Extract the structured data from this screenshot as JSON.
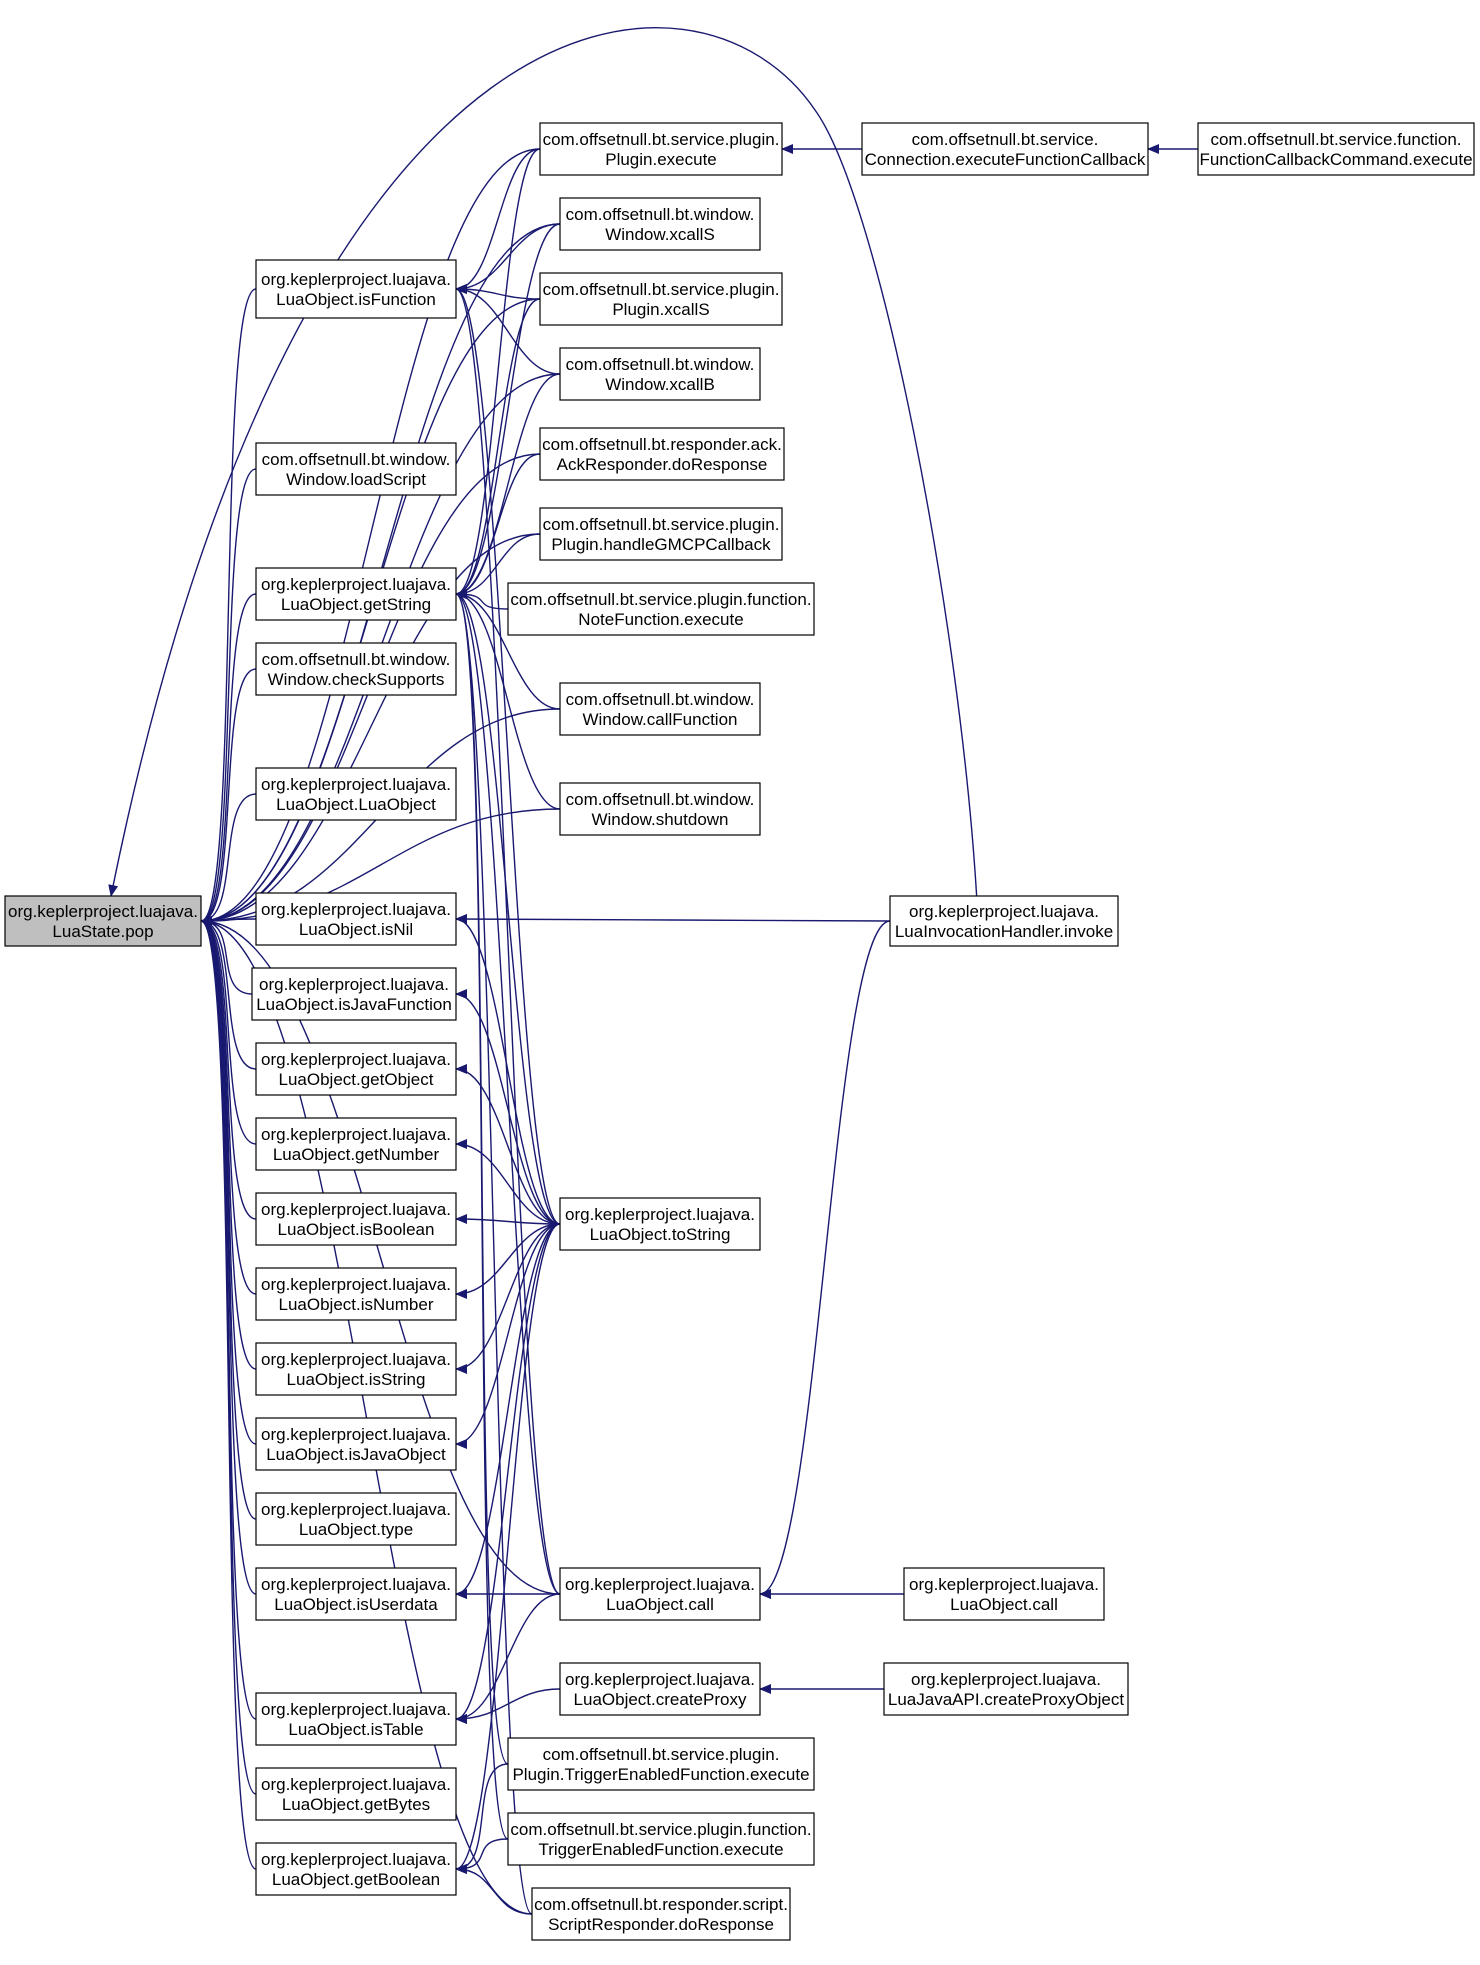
{
  "colors": {
    "edge": "#191970",
    "node_border": "#000000",
    "node_fill": "#ffffff",
    "root_fill": "#bfbfbf"
  },
  "nodes": [
    {
      "id": "pop",
      "lines": [
        "org.keplerproject.luajava.",
        "LuaState.pop"
      ],
      "root": true
    },
    {
      "id": "isFunction",
      "lines": [
        "org.keplerproject.luajava.",
        "LuaObject.isFunction"
      ]
    },
    {
      "id": "loadScript",
      "lines": [
        "com.offsetnull.bt.window.",
        "Window.loadScript"
      ]
    },
    {
      "id": "getString",
      "lines": [
        "org.keplerproject.luajava.",
        "LuaObject.getString"
      ]
    },
    {
      "id": "checkSupports",
      "lines": [
        "com.offsetnull.bt.window.",
        "Window.checkSupports"
      ]
    },
    {
      "id": "luaObjectCtor",
      "lines": [
        "org.keplerproject.luajava.",
        "LuaObject.LuaObject"
      ]
    },
    {
      "id": "isNil",
      "lines": [
        "org.keplerproject.luajava.",
        "LuaObject.isNil"
      ]
    },
    {
      "id": "isJavaFunction",
      "lines": [
        "org.keplerproject.luajava.",
        "LuaObject.isJavaFunction"
      ]
    },
    {
      "id": "getObject",
      "lines": [
        "org.keplerproject.luajava.",
        "LuaObject.getObject"
      ]
    },
    {
      "id": "getNumber",
      "lines": [
        "org.keplerproject.luajava.",
        "LuaObject.getNumber"
      ]
    },
    {
      "id": "isBoolean",
      "lines": [
        "org.keplerproject.luajava.",
        "LuaObject.isBoolean"
      ]
    },
    {
      "id": "isNumber",
      "lines": [
        "org.keplerproject.luajava.",
        "LuaObject.isNumber"
      ]
    },
    {
      "id": "isString",
      "lines": [
        "org.keplerproject.luajava.",
        "LuaObject.isString"
      ]
    },
    {
      "id": "isJavaObject",
      "lines": [
        "org.keplerproject.luajava.",
        "LuaObject.isJavaObject"
      ]
    },
    {
      "id": "type",
      "lines": [
        "org.keplerproject.luajava.",
        "LuaObject.type"
      ]
    },
    {
      "id": "isUserdata",
      "lines": [
        "org.keplerproject.luajava.",
        "LuaObject.isUserdata"
      ]
    },
    {
      "id": "isTable",
      "lines": [
        "org.keplerproject.luajava.",
        "LuaObject.isTable"
      ]
    },
    {
      "id": "getBytes",
      "lines": [
        "org.keplerproject.luajava.",
        "LuaObject.getBytes"
      ]
    },
    {
      "id": "getBoolean",
      "lines": [
        "org.keplerproject.luajava.",
        "LuaObject.getBoolean"
      ]
    },
    {
      "id": "pluginExecute",
      "lines": [
        "com.offsetnull.bt.service.plugin.",
        "Plugin.execute"
      ]
    },
    {
      "id": "windowXcallS",
      "lines": [
        "com.offsetnull.bt.window.",
        "Window.xcallS"
      ]
    },
    {
      "id": "pluginXcallS",
      "lines": [
        "com.offsetnull.bt.service.plugin.",
        "Plugin.xcallS"
      ]
    },
    {
      "id": "windowXcallB",
      "lines": [
        "com.offsetnull.bt.window.",
        "Window.xcallB"
      ]
    },
    {
      "id": "ackDoResponse",
      "lines": [
        "com.offsetnull.bt.responder.ack.",
        "AckResponder.doResponse"
      ]
    },
    {
      "id": "handleGMCP",
      "lines": [
        "com.offsetnull.bt.service.plugin.",
        "Plugin.handleGMCPCallback"
      ]
    },
    {
      "id": "noteExecute",
      "lines": [
        "com.offsetnull.bt.service.plugin.function.",
        "NoteFunction.execute"
      ]
    },
    {
      "id": "callFunction",
      "lines": [
        "com.offsetnull.bt.window.",
        "Window.callFunction"
      ]
    },
    {
      "id": "shutdown",
      "lines": [
        "com.offsetnull.bt.window.",
        "Window.shutdown"
      ]
    },
    {
      "id": "toString",
      "lines": [
        "org.keplerproject.luajava.",
        "LuaObject.toString"
      ]
    },
    {
      "id": "call",
      "lines": [
        "org.keplerproject.luajava.",
        "LuaObject.call"
      ]
    },
    {
      "id": "createProxy",
      "lines": [
        "org.keplerproject.luajava.",
        "LuaObject.createProxy"
      ]
    },
    {
      "id": "pluginTrigger",
      "lines": [
        "com.offsetnull.bt.service.plugin.",
        "Plugin.TriggerEnabledFunction.execute"
      ]
    },
    {
      "id": "funcTrigger",
      "lines": [
        "com.offsetnull.bt.service.plugin.function.",
        "TriggerEnabledFunction.execute"
      ]
    },
    {
      "id": "scriptDoResponse",
      "lines": [
        "com.offsetnull.bt.responder.script.",
        "ScriptResponder.doResponse"
      ]
    },
    {
      "id": "connExecute",
      "lines": [
        "com.offsetnull.bt.service.",
        "Connection.executeFunctionCallback"
      ]
    },
    {
      "id": "fcbExecute",
      "lines": [
        "com.offsetnull.bt.service.function.",
        "FunctionCallbackCommand.execute"
      ]
    },
    {
      "id": "invoke",
      "lines": [
        "org.keplerproject.luajava.",
        "LuaInvocationHandler.invoke"
      ]
    },
    {
      "id": "call2",
      "lines": [
        "org.keplerproject.luajava.",
        "LuaObject.call"
      ]
    },
    {
      "id": "createProxyObject",
      "lines": [
        "org.keplerproject.luajava.",
        "LuaJavaAPI.createProxyObject"
      ]
    }
  ],
  "edges": [
    {
      "from": "isFunction",
      "to": "pop"
    },
    {
      "from": "loadScript",
      "to": "pop"
    },
    {
      "from": "getString",
      "to": "pop"
    },
    {
      "from": "checkSupports",
      "to": "pop"
    },
    {
      "from": "luaObjectCtor",
      "to": "pop"
    },
    {
      "from": "isNil",
      "to": "pop"
    },
    {
      "from": "isJavaFunction",
      "to": "pop"
    },
    {
      "from": "getObject",
      "to": "pop"
    },
    {
      "from": "getNumber",
      "to": "pop"
    },
    {
      "from": "isBoolean",
      "to": "pop"
    },
    {
      "from": "isNumber",
      "to": "pop"
    },
    {
      "from": "isString",
      "to": "pop"
    },
    {
      "from": "isJavaObject",
      "to": "pop"
    },
    {
      "from": "type",
      "to": "pop"
    },
    {
      "from": "isUserdata",
      "to": "pop"
    },
    {
      "from": "isTable",
      "to": "pop"
    },
    {
      "from": "getBytes",
      "to": "pop"
    },
    {
      "from": "getBoolean",
      "to": "pop"
    },
    {
      "from": "pluginExecute",
      "to": "pop"
    },
    {
      "from": "windowXcallS",
      "to": "pop"
    },
    {
      "from": "pluginXcallS",
      "to": "pop"
    },
    {
      "from": "windowXcallB",
      "to": "pop"
    },
    {
      "from": "ackDoResponse",
      "to": "pop"
    },
    {
      "from": "handleGMCP",
      "to": "pop"
    },
    {
      "from": "callFunction",
      "to": "pop"
    },
    {
      "from": "shutdown",
      "to": "pop"
    },
    {
      "from": "call",
      "to": "pop"
    },
    {
      "from": "scriptDoResponse",
      "to": "pop"
    },
    {
      "from": "invoke",
      "to": "pop"
    },
    {
      "from": "pluginExecute",
      "to": "isFunction"
    },
    {
      "from": "windowXcallS",
      "to": "isFunction"
    },
    {
      "from": "pluginXcallS",
      "to": "isFunction"
    },
    {
      "from": "windowXcallB",
      "to": "isFunction"
    },
    {
      "from": "toString",
      "to": "isFunction"
    },
    {
      "from": "call",
      "to": "isFunction"
    },
    {
      "from": "pluginExecute",
      "to": "getString"
    },
    {
      "from": "windowXcallS",
      "to": "getString"
    },
    {
      "from": "pluginXcallS",
      "to": "getString"
    },
    {
      "from": "windowXcallB",
      "to": "getString"
    },
    {
      "from": "ackDoResponse",
      "to": "getString"
    },
    {
      "from": "handleGMCP",
      "to": "getString"
    },
    {
      "from": "noteExecute",
      "to": "getString"
    },
    {
      "from": "callFunction",
      "to": "getString"
    },
    {
      "from": "shutdown",
      "to": "getString"
    },
    {
      "from": "toString",
      "to": "getString"
    },
    {
      "from": "call",
      "to": "getString"
    },
    {
      "from": "pluginTrigger",
      "to": "getString"
    },
    {
      "from": "funcTrigger",
      "to": "getString"
    },
    {
      "from": "scriptDoResponse",
      "to": "getString"
    },
    {
      "from": "invoke",
      "to": "isNil"
    },
    {
      "from": "toString",
      "to": "isNil"
    },
    {
      "from": "toString",
      "to": "isJavaFunction"
    },
    {
      "from": "toString",
      "to": "getObject"
    },
    {
      "from": "toString",
      "to": "getNumber"
    },
    {
      "from": "toString",
      "to": "isBoolean"
    },
    {
      "from": "toString",
      "to": "isNumber"
    },
    {
      "from": "toString",
      "to": "isString"
    },
    {
      "from": "toString",
      "to": "isJavaObject"
    },
    {
      "from": "toString",
      "to": "isUserdata"
    },
    {
      "from": "call",
      "to": "isUserdata"
    },
    {
      "from": "toString",
      "to": "isTable"
    },
    {
      "from": "call",
      "to": "isTable"
    },
    {
      "from": "createProxy",
      "to": "isTable"
    },
    {
      "from": "toString",
      "to": "getBoolean"
    },
    {
      "from": "pluginTrigger",
      "to": "getBoolean"
    },
    {
      "from": "funcTrigger",
      "to": "getBoolean"
    },
    {
      "from": "scriptDoResponse",
      "to": "getBoolean"
    },
    {
      "from": "connExecute",
      "to": "pluginExecute"
    },
    {
      "from": "fcbExecute",
      "to": "connExecute"
    },
    {
      "from": "invoke",
      "to": "call"
    },
    {
      "from": "call2",
      "to": "call"
    },
    {
      "from": "createProxyObject",
      "to": "createProxy"
    }
  ]
}
